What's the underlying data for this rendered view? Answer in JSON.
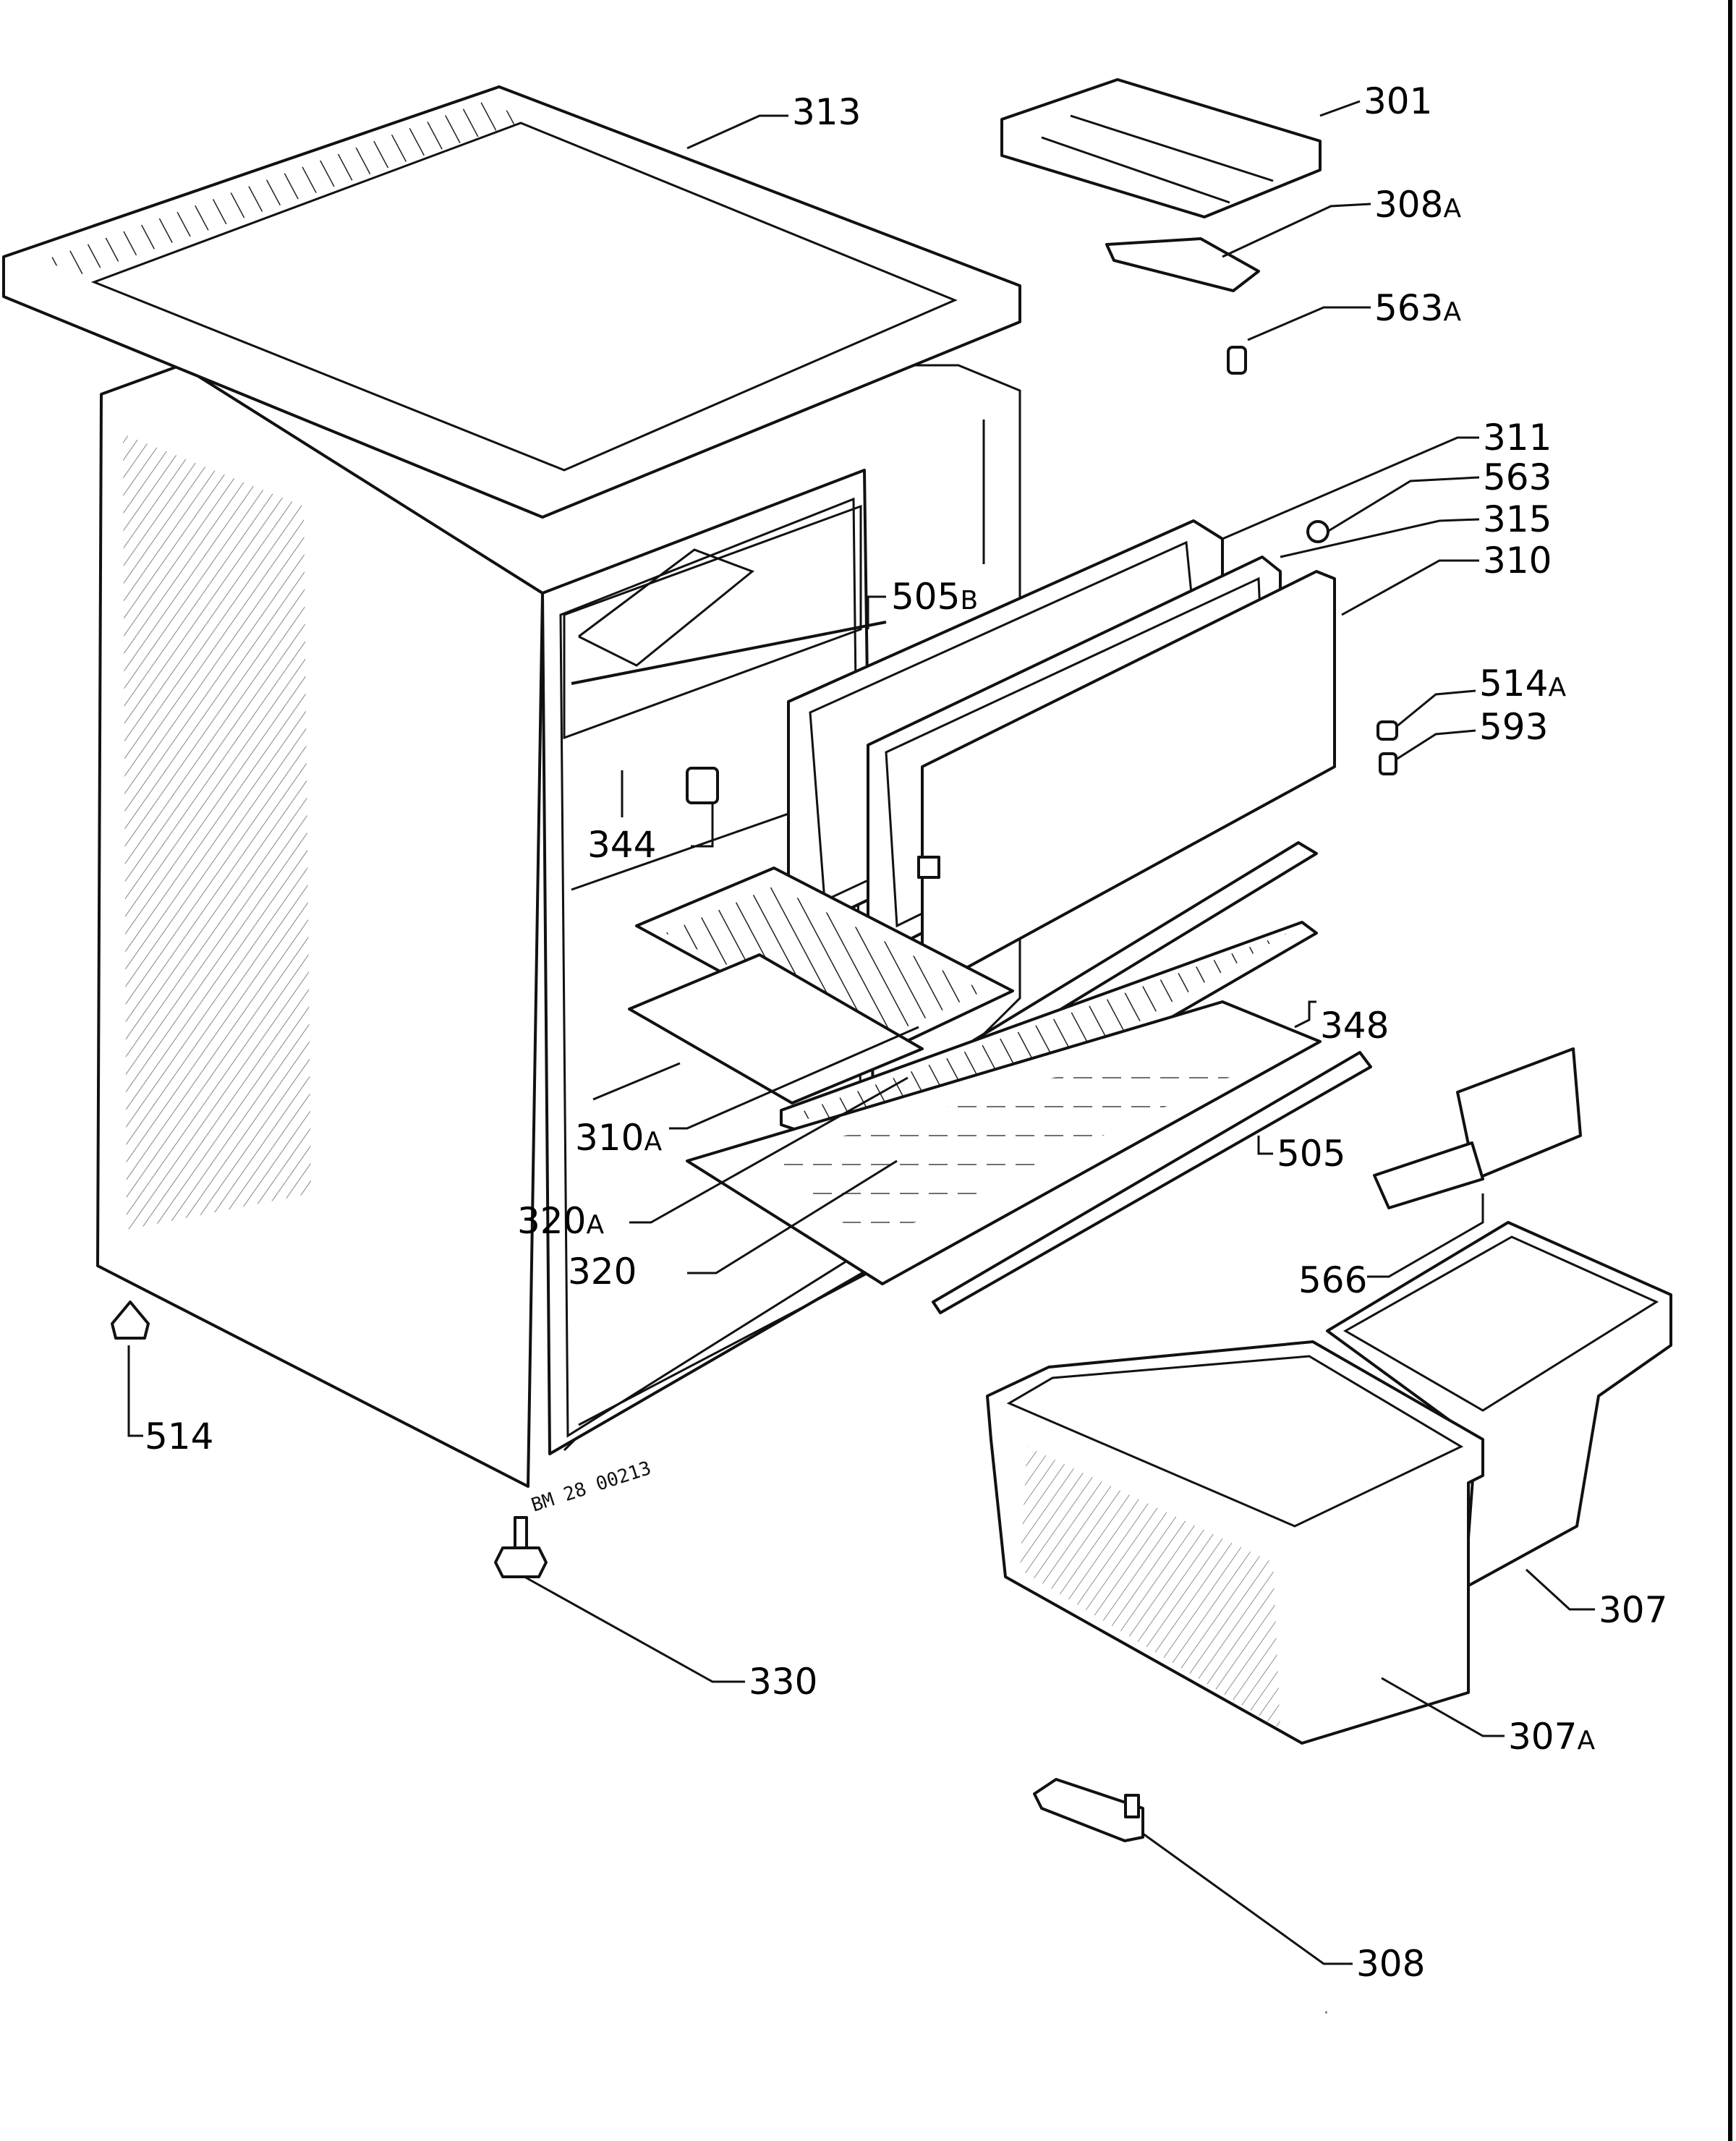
{
  "diagram": {
    "stamp": "BM 28 00213",
    "labels": {
      "l313": "313",
      "l301": "301",
      "l308A": "308",
      "l308A_s": "A",
      "l563A": "563",
      "l563A_s": "A",
      "l311": "311",
      "l563": "563",
      "l315": "315",
      "l310": "310",
      "l505B": "505",
      "l505B_s": "B",
      "l514A": "514",
      "l514A_s": "A",
      "l593": "593",
      "l344": "344",
      "l348": "348",
      "l310A": "310",
      "l310A_s": "A",
      "l505": "505",
      "l320A": "320",
      "l320A_s": "A",
      "l320": "320",
      "l566": "566",
      "l514": "514",
      "l307": "307",
      "l330": "330",
      "l307A": "307",
      "l307A_s": "A",
      "l308": "308"
    }
  }
}
